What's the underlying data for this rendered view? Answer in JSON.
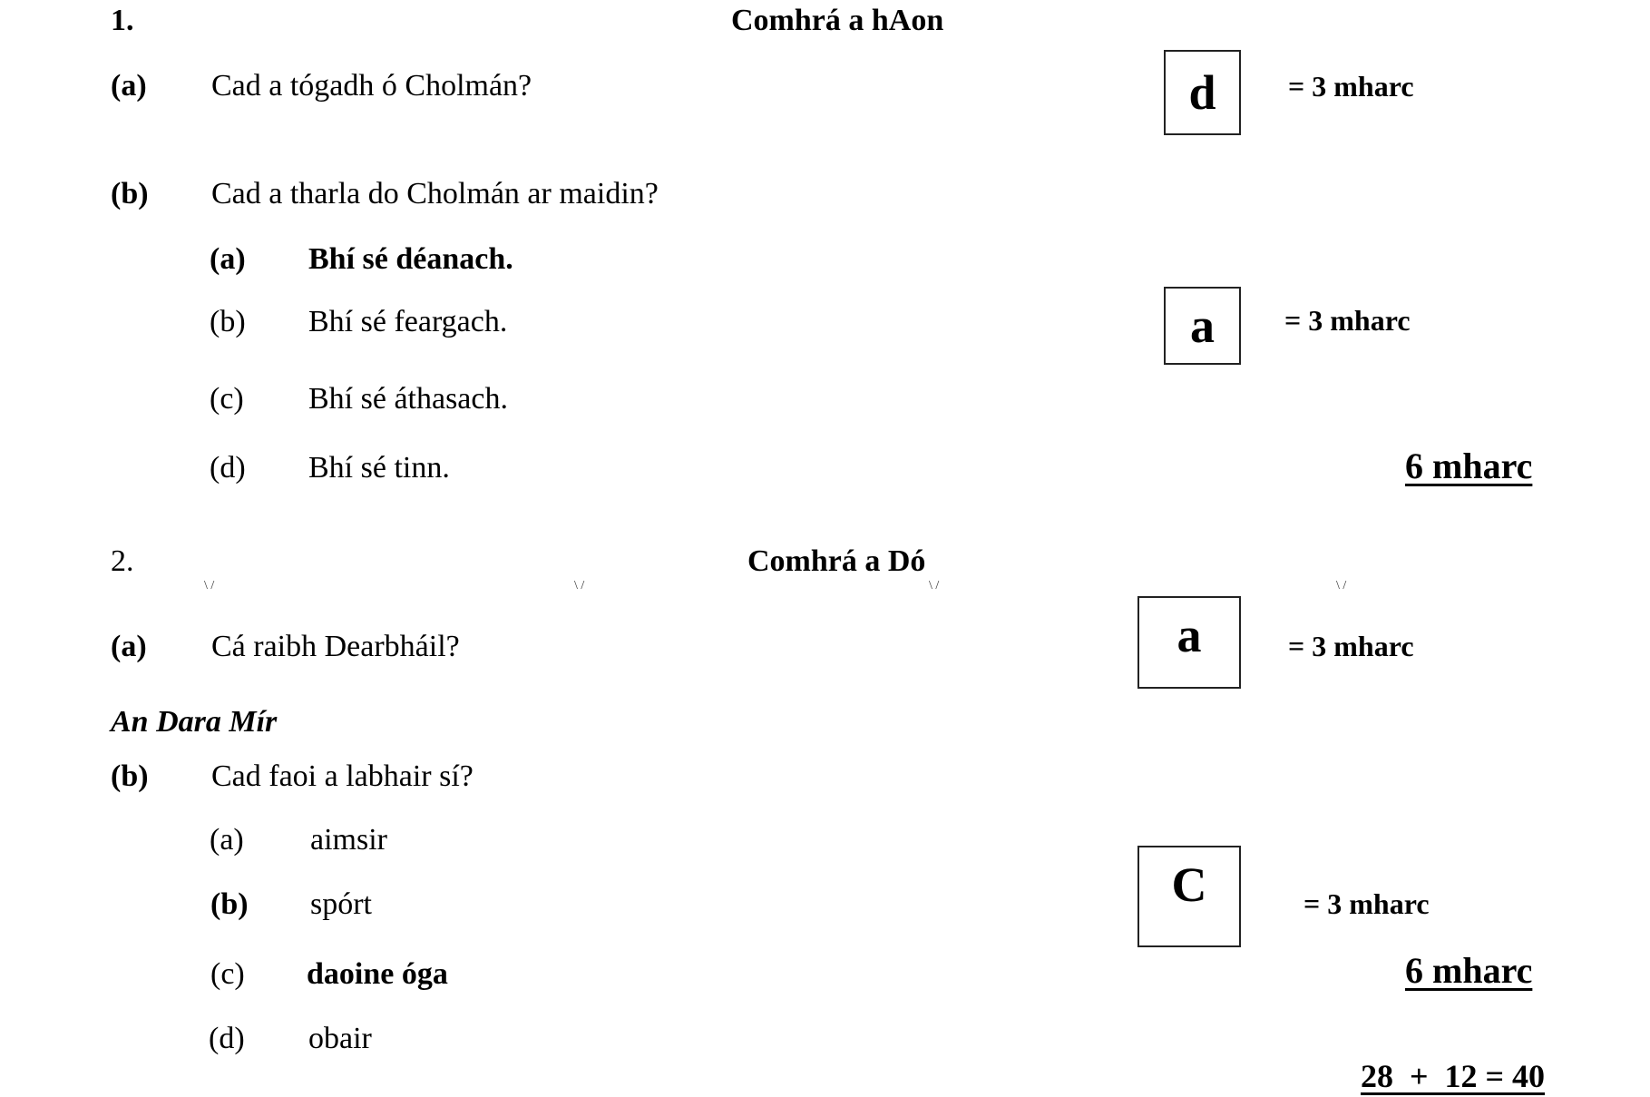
{
  "q1": {
    "number": "1.",
    "title": "Comhrá a hAon",
    "a": {
      "label": "(a)",
      "question": "Cad a tógadh ó Cholmán?",
      "answer": "d",
      "marks": "= 3 mharc"
    },
    "b": {
      "label": "(b)",
      "question": "Cad a tharla do Cholmán ar maidin?",
      "options": [
        {
          "label": "(a)",
          "text": "Bhí sé déanach."
        },
        {
          "label": "(b)",
          "text": "Bhí sé feargach."
        },
        {
          "label": "(c)",
          "text": "Bhí sé áthasach."
        },
        {
          "label": "(d)",
          "text": "Bhí sé tinn."
        }
      ],
      "answer": "a",
      "marks": "= 3 mharc"
    },
    "total": "6 mharc"
  },
  "q2": {
    "number": "2.",
    "title": "Comhrá a Dó",
    "tick_marks": [
      "\\ /",
      "\\ /",
      "\\ /",
      "\\ /"
    ],
    "a": {
      "label": "(a)",
      "question": "Cá raibh Dearbháil?",
      "answer": "a",
      "marks": "= 3 mharc"
    },
    "section": "An Dara Mír",
    "b": {
      "label": "(b)",
      "question": "Cad faoi a labhair sí?",
      "options": [
        {
          "label": "(a)",
          "text": "aimsir"
        },
        {
          "label": "(b)",
          "text": "spórt"
        },
        {
          "label": "(c)",
          "text": "daoine óga"
        },
        {
          "label": "(d)",
          "text": "obair"
        }
      ],
      "answer": "C",
      "marks": "= 3 mharc"
    },
    "total": "6 mharc"
  },
  "grand_total": "28  +  12 = 40"
}
